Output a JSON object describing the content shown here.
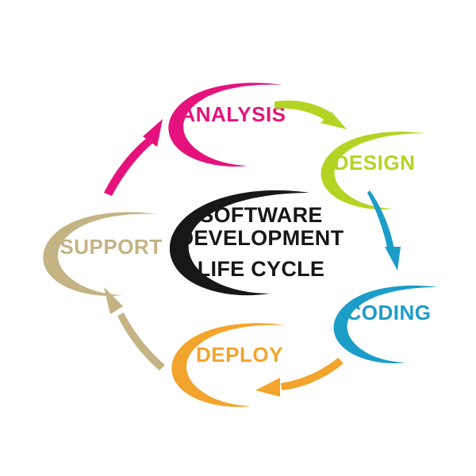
{
  "diagram": {
    "title": "Software Development Life Cycle",
    "background_color": "#ffffff",
    "center": {
      "line1": "SOFTWARE",
      "line2": "DEVELOPMENT",
      "line3": "LIFE CYCLE",
      "color": "#171717"
    },
    "stages": [
      {
        "id": "analysis",
        "label": "ANALYSIS",
        "color": "#e5127d",
        "order": 1
      },
      {
        "id": "design",
        "label": "DESIGN",
        "color": "#b4d424",
        "order": 2
      },
      {
        "id": "coding",
        "label": "CODING",
        "color": "#1b9dc8",
        "order": 3
      },
      {
        "id": "deploy",
        "label": "DEPLOY",
        "color": "#f3a42c",
        "order": 4
      },
      {
        "id": "support",
        "label": "SUPPORT",
        "color": "#c4b383",
        "order": 5
      }
    ],
    "arrows": [
      {
        "id": "analysis-to-design",
        "from": "analysis",
        "to": "design",
        "color": "#b4d424"
      },
      {
        "id": "design-to-coding",
        "from": "design",
        "to": "coding",
        "color": "#1b9dc8"
      },
      {
        "id": "coding-to-deploy",
        "from": "coding",
        "to": "deploy",
        "color": "#f3a42c"
      },
      {
        "id": "deploy-to-support",
        "from": "deploy",
        "to": "support",
        "color": "#c4b383"
      },
      {
        "id": "support-to-analysis",
        "from": "support",
        "to": "analysis",
        "color": "#e5127d"
      }
    ]
  }
}
